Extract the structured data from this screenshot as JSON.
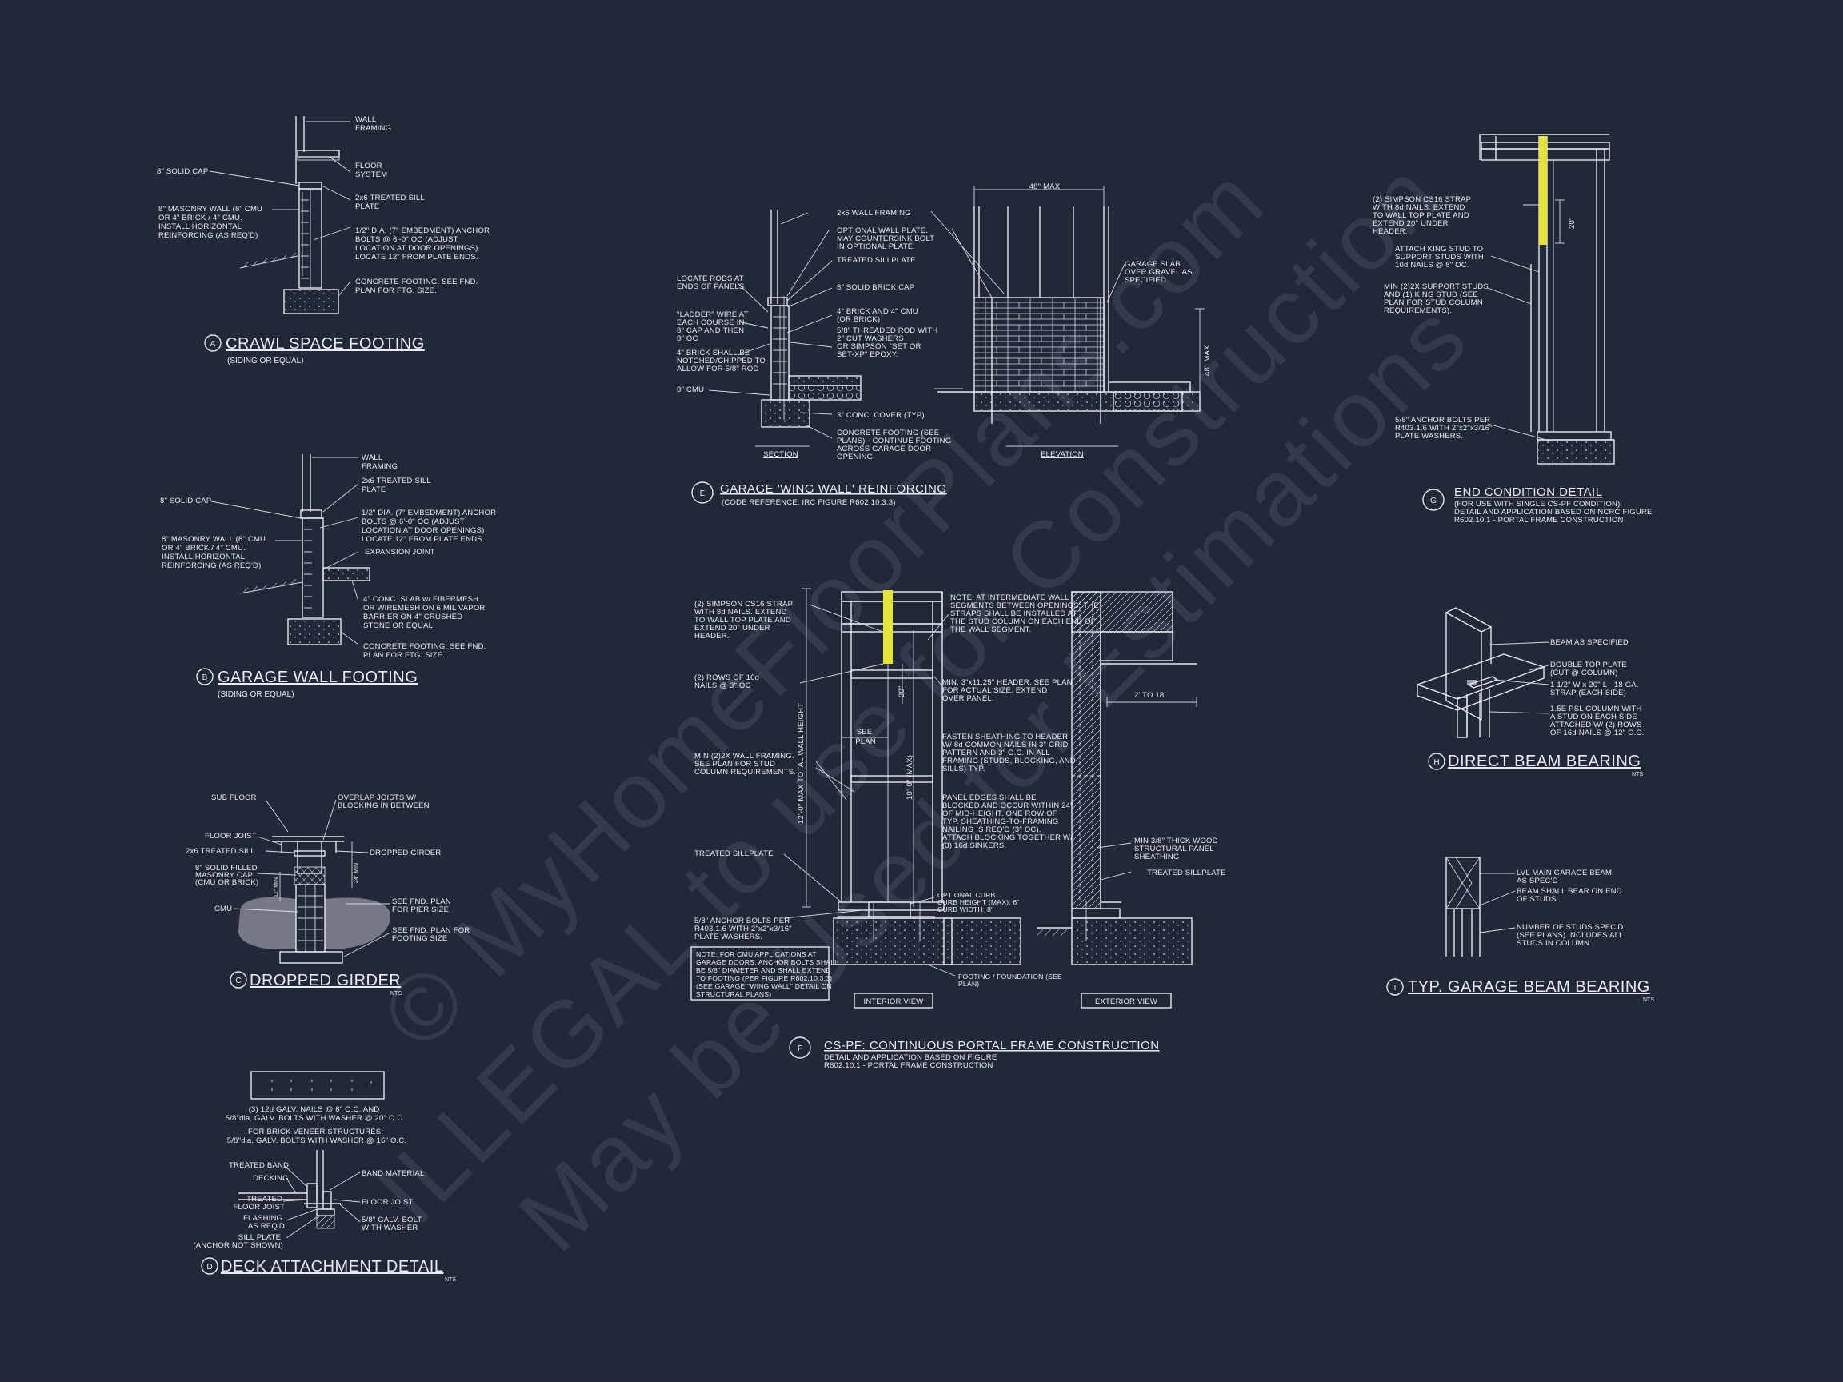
{
  "watermark": {
    "line1": "© MyHomeFloorPlans.com",
    "line2": "ILLEGAL to use for Construction",
    "line3": "May be Used for Estimations"
  },
  "details": {
    "a": {
      "letter": "A",
      "title": "CRAWL SPACE FOOTING",
      "subtitle": "(SIDING OR EQUAL)",
      "notes": [
        [
          "WALL",
          "FRAMING"
        ],
        [
          "FLOOR",
          "SYSTEM"
        ],
        [
          "2x6 TREATED SILL",
          "PLATE"
        ],
        [
          "1/2\" DIA. (7\" EMBEDMENT) ANCHOR",
          "BOLTS @ 6'-0\" OC (ADJUST",
          "LOCATION AT DOOR OPENINGS)",
          "LOCATE 12\" FROM PLATE ENDS."
        ],
        [
          "CONCRETE FOOTING. SEE FND.",
          "PLAN FOR FTG. SIZE."
        ],
        [
          "8\" SOLID CAP"
        ],
        [
          "8\" MASONRY WALL (8\" CMU",
          "OR 4\" BRICK / 4\" CMU.",
          "INSTALL HORIZONTAL",
          "REINFORCING (AS REQ'D)"
        ]
      ]
    },
    "b": {
      "letter": "B",
      "title": "GARAGE WALL FOOTING",
      "subtitle": "(SIDING OR EQUAL)",
      "notes": [
        [
          "WALL",
          "FRAMING"
        ],
        [
          "2x6 TREATED SILL",
          "PLATE"
        ],
        [
          "1/2\" DIA. (7\" EMBEDMENT) ANCHOR",
          "BOLTS @ 6'-0\" OC (ADJUST",
          "LOCATION AT DOOR OPENINGS)",
          "LOCATE 12\" FROM PLATE ENDS."
        ],
        [
          "EXPANSION JOINT"
        ],
        [
          "4\" CONC. SLAB w/ FIBERMESH",
          "OR WIREMESH ON 6 MIL VAPOR",
          "BARRIER ON 4\" CRUSHED",
          "STONE OR EQUAL."
        ],
        [
          "CONCRETE FOOTING. SEE FND.",
          "PLAN FOR FTG. SIZE."
        ],
        [
          "8\" SOLID CAP"
        ],
        [
          "8\" MASONRY WALL (8\" CMU",
          "OR 4\" BRICK / 4\" CMU.",
          "INSTALL HORIZONTAL",
          "REINFORCING (AS REQ'D)"
        ]
      ]
    },
    "c": {
      "letter": "C",
      "title": "DROPPED GIRDER",
      "nts": "NTS",
      "notes": [
        [
          "SUB FLOOR"
        ],
        [
          "FLOOR JOIST"
        ],
        [
          "2x6 TREATED SILL"
        ],
        [
          "8\" SOLID FILLED",
          "MASONRY CAP",
          "(CMU OR BRICK)"
        ],
        [
          "CMU"
        ],
        [
          "OVERLAP JOISTS W/",
          "BLOCKING IN BETWEEN"
        ],
        [
          "DROPPED GIRDER"
        ],
        [
          "SEE FND. PLAN",
          "FOR PIER SIZE"
        ],
        [
          "SEE FND. PLAN FOR",
          "FOOTING SIZE"
        ]
      ],
      "dim1": "12\" MIN",
      "dim2": "24\" MIN"
    },
    "d": {
      "letter": "D",
      "title": "DECK ATTACHMENT DETAIL",
      "nts": "NTS",
      "bolt_note": [
        "(3) 12d GALV. NAILS @ 6\" O.C. AND",
        "5/8\"dia. GALV. BOLTS WITH WASHER @ 20\" O.C."
      ],
      "brick_note": [
        "FOR BRICK VENEER STRUCTURES:",
        "5/8\"dia. GALV. BOLTS WITH WASHER @ 16\" O.C."
      ],
      "notes": [
        [
          "TREATED BAND"
        ],
        [
          "DECKING"
        ],
        [
          "TREATED",
          "FLOOR JOIST"
        ],
        [
          "FLASHING",
          "AS REQ'D"
        ],
        [
          "SILL PLATE",
          "(ANCHOR NOT SHOWN)"
        ],
        [
          "BAND MATERIAL"
        ],
        [
          "FLOOR JOIST"
        ],
        [
          "5/8\" GALV. BOLT",
          "WITH WASHER"
        ]
      ]
    },
    "e": {
      "letter": "E",
      "title": "GARAGE 'WING WALL' REINFORCING",
      "subtitle": "(CODE REFERENCE: IRC FIGURE R602.10.3.3)",
      "section_label": "SECTION",
      "elevation_label": "ELEVATION",
      "dim_top": "48\" MAX",
      "dim_side": "48\" MAX",
      "notes": [
        [
          "2x6 WALL FRAMING"
        ],
        [
          "OPTIONAL WALL PLATE.",
          "MAY COUNTERSINK BOLT",
          "IN OPTIONAL PLATE."
        ],
        [
          "TREATED SILLPLATE"
        ],
        [
          "8\" SOLID BRICK CAP"
        ],
        [
          "4\" BRICK AND 4\" CMU",
          "(OR BRICK)"
        ],
        [
          "5/8\" THREADED ROD WITH",
          "2\" CUT WASHERS",
          "OR SIMPSON \"SET OR",
          "SET-XP\" EPOXY."
        ],
        [
          "3\" CONC. COVER (TYP)"
        ],
        [
          "CONCRETE FOOTING (SEE",
          "PLANS) - CONTINUE FOOTING",
          "ACROSS GARAGE DOOR",
          "OPENING"
        ],
        [
          "LOCATE RODS AT",
          "ENDS OF PANELS"
        ],
        [
          "\"LADDER\" WIRE AT",
          "EACH COURSE IN",
          "8\" CAP AND THEN",
          "8\" OC"
        ],
        [
          "4\" BRICK SHALL BE",
          "NOTCHED/CHIPPED TO",
          "ALLOW FOR 5/8\" ROD"
        ],
        [
          "8\" CMU"
        ],
        [
          "GARAGE SLAB",
          "OVER GRAVEL AS",
          "SPECIFIED"
        ]
      ]
    },
    "f": {
      "letter": "F",
      "title": "CS-PF: CONTINUOUS PORTAL FRAME CONSTRUCTION",
      "subtitle": [
        "DETAIL AND APPLICATION BASED ON FIGURE",
        "R602.10.1 - PORTAL FRAME CONSTRUCTION"
      ],
      "interior_label": "INTERIOR VIEW",
      "exterior_label": "EXTERIOR VIEW",
      "dim_total": "12'-0\" MAX TOTAL WALL HEIGHT",
      "dim_wall": "10'-0\" (MAX)",
      "dim_strap": "20\"",
      "dim_ext": "2' TO 18'",
      "see_plan": [
        "SEE",
        "PLAN"
      ],
      "notes": [
        [
          "(2) SIMPSON CS16 STRAP",
          "WITH 8d NAILS. EXTEND",
          "TO WALL TOP PLATE AND",
          "EXTEND 20\" UNDER",
          "HEADER."
        ],
        [
          "(2) ROWS OF 16d",
          "NAILS @ 3\" OC"
        ],
        [
          "MIN (2)2X WALL FRAMING.",
          "SEE PLAN FOR STUD",
          "COLUMN REQUIREMENTS."
        ],
        [
          "TREATED SILLPLATE"
        ],
        [
          "5/8\" ANCHOR BOLTS PER",
          "R403.1.6 WITH 2\"x2\"x3/16\"",
          "PLATE WASHERS."
        ],
        [
          "NOTE: AT INTERMEDIATE WALL",
          "SEGMENTS BETWEEN OPENINGS, THE",
          "STRAPS SHALL BE INSTALLED AT",
          "THE STUD COLUMN ON EACH END OF",
          "THE WALL SEGMENT."
        ],
        [
          "MIN. 3\"x11.25\" HEADER. SEE PLAN",
          "FOR ACTUAL SIZE. EXTEND",
          "OVER PANEL."
        ],
        [
          "FASTEN SHEATHING TO HEADER",
          "W/ 8d COMMON NAILS IN 3\" GRID",
          "PATTERN AND 3\" O.C. IN ALL",
          "FRAMING (STUDS, BLOCKING, AND",
          "SILLS) TYP."
        ],
        [
          "PANEL EDGES SHALL BE",
          "BLOCKED AND OCCUR WITHIN 24\"",
          "OF MID-HEIGHT. ONE ROW OF",
          "TYP. SHEATHING-TO-FRAMING",
          "NAILING IS REQ'D (3\" OC).",
          "ATTACH BLOCKING TOGETHER W/",
          "(3) 16d SINKERS."
        ],
        [
          "OPTIONAL CURB.",
          "CURB HEIGHT (MAX): 6\"",
          "CURB WIDTH: 8\""
        ],
        [
          "FOOTING / FOUNDATION (SEE",
          "PLAN)"
        ],
        [
          "MIN 3/8\" THICK WOOD",
          "STRUCTURAL PANEL",
          "SHEATHING"
        ],
        [
          "TREATED SILLPLATE"
        ]
      ],
      "box_note": [
        "NOTE: FOR CMU APPLICATIONS AT",
        "GARAGE DOORS, ANCHOR BOLTS SHALL",
        "BE 5/8\" DIAMETER AND SHALL EXTEND",
        "TO FOOTING (PER FIGURE R602.10.3.3)",
        "(SEE GARAGE \"WING WALL\" DETAIL ON",
        "STRUCTURAL PLANS)"
      ]
    },
    "g": {
      "letter": "G",
      "title": "END CONDITION DETAIL",
      "subtitle": [
        "(FOR USE WITH SINGLE CS-PF CONDITION)",
        "DETAIL AND APPLICATION BASED ON NCRC FIGURE",
        "R602.10.1 - PORTAL FRAME CONSTRUCTION"
      ],
      "dim_strap": "20\"",
      "notes": [
        [
          "(2) SIMPSON CS16 STRAP",
          "WITH 8d NAILS. EXTEND",
          "TO WALL TOP PLATE AND",
          "EXTEND 20\" UNDER",
          "HEADER."
        ],
        [
          "ATTACH KING STUD TO",
          "SUPPORT STUDS WITH",
          "10d NAILS @ 8\" OC."
        ],
        [
          "MIN (2)2X SUPPORT STUDS",
          "AND (1) KING STUD (SEE",
          "PLAN FOR STUD COLUMN",
          "REQUIREMENTS)."
        ],
        [
          "5/8\" ANCHOR BOLTS PER",
          "R403.1.6 WITH 2\"x2\"x3/16\"",
          "PLATE WASHERS."
        ]
      ]
    },
    "h": {
      "letter": "H",
      "title": "DIRECT BEAM BEARING",
      "nts": "NTS",
      "notes": [
        [
          "BEAM AS SPECIFIED"
        ],
        [
          "DOUBLE TOP PLATE",
          "(CUT @ COLUMN)"
        ],
        [
          "1 1/2\" W x 20\" L - 18 GA.",
          "STRAP (EACH SIDE)"
        ],
        [
          "1.5E PSL COLUMN WITH",
          "A STUD ON EACH SIDE",
          "ATTACHED W/ (2) ROWS",
          "OF 16d NAILS @ 12\" O.C."
        ]
      ]
    },
    "i": {
      "letter": "I",
      "title": "TYP. GARAGE BEAM BEARING",
      "nts": "NTS",
      "notes": [
        [
          "LVL MAIN GARAGE BEAM",
          "AS SPEC'D"
        ],
        [
          "BEAM SHALL BEAR ON END",
          "OF STUDS"
        ],
        [
          "NUMBER OF STUDS SPEC'D",
          "(SEE PLANS) INCLUDES ALL",
          "STUDS IN COLUMN"
        ]
      ]
    }
  }
}
